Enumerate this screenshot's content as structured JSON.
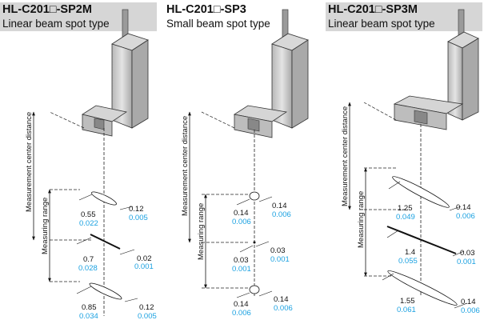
{
  "models": [
    {
      "name": "HL-C201□-SP2M",
      "description": "Linear beam spot type",
      "labels": {
        "center_distance": "Measurement center distance",
        "range": "Measuring range"
      },
      "spots": [
        {
          "len": "0.55",
          "len_in": "0.022",
          "w": "0.12",
          "w_in": "0.005"
        },
        {
          "len": "0.7",
          "len_in": "0.028",
          "w": "0.02",
          "w_in": "0.001"
        },
        {
          "len": "0.85",
          "len_in": "0.034",
          "w": "0.12",
          "w_in": "0.005"
        }
      ]
    },
    {
      "name": "HL-C201□-SP3",
      "description": "Small beam spot type",
      "labels": {
        "center_distance": "Measurement center distance",
        "range": "Measuring range"
      },
      "spots": [
        {
          "len": "0.14",
          "len_in": "0.006",
          "w": "0.14",
          "w_in": "0.006"
        },
        {
          "len": "0.03",
          "len_in": "0.001",
          "w": "0.03",
          "w_in": "0.001"
        },
        {
          "len": "0.14",
          "len_in": "0.006",
          "w": "0.14",
          "w_in": "0.006"
        }
      ]
    },
    {
      "name": "HL-C201□-SP3M",
      "description": "Linear beam spot type",
      "labels": {
        "center_distance": "Measurement center distance",
        "range": "Measuring range"
      },
      "spots": [
        {
          "len": "1.25",
          "len_in": "0.049",
          "w": "0.14",
          "w_in": "0.006"
        },
        {
          "len": "1.4",
          "len_in": "0.055",
          "w": "0.03",
          "w_in": "0.001"
        },
        {
          "len": "1.55",
          "len_in": "0.061",
          "w": "0.14",
          "w_in": "0.006"
        }
      ]
    }
  ],
  "colors": {
    "header_bg": "#d6d6d6",
    "inch_value": "#1aa1e1",
    "sensor_body": "#c8c8c8"
  }
}
